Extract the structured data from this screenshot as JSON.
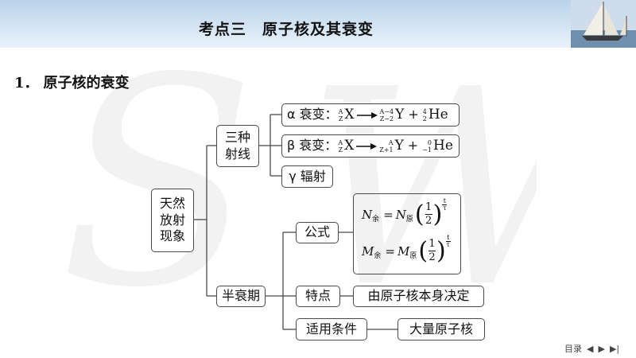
{
  "header": {
    "title": "考点三　原子核及其衰变"
  },
  "section": {
    "number": "1．",
    "title": "原子核的衰变"
  },
  "diagram": {
    "root": "天然放射现象",
    "root_lines": [
      "天然",
      "放射",
      "现象"
    ],
    "rays": {
      "label": "三种射线",
      "label_lines": [
        "三种",
        "射线"
      ]
    },
    "alpha": {
      "prefix": "α 衰变：",
      "parent": {
        "A": "A",
        "Z": "Z",
        "sym": "X"
      },
      "daughter": {
        "A": "A−4",
        "Z": "Z−2",
        "sym": "Y"
      },
      "plus": "+",
      "particle": {
        "A": "4",
        "Z": "2",
        "sym": "He"
      }
    },
    "beta": {
      "prefix": "β 衰变：",
      "parent": {
        "A": "A",
        "Z": "Z",
        "sym": "X"
      },
      "daughter": {
        "A": "A",
        "Z": "Z+1",
        "sym": "Y"
      },
      "plus": "+",
      "particle": {
        "A": "0",
        "Z": "−1",
        "sym": "He"
      }
    },
    "gamma": "γ 辐射",
    "half_life": {
      "label": "半衰期"
    },
    "formula_label": "公式",
    "formula1": {
      "lhs": "N",
      "lhs_sub": "余",
      "rhs": "N",
      "rhs_sub": "原",
      "num": "1",
      "den": "2",
      "exp_num": "t",
      "exp_den": "τ",
      "eq": "="
    },
    "formula2": {
      "lhs": "M",
      "lhs_sub": "余",
      "rhs": "M",
      "rhs_sub": "原",
      "num": "1",
      "den": "2",
      "exp_num": "t",
      "exp_den": "τ",
      "eq": "="
    },
    "feature_label": "特点",
    "feature_value": "由原子核本身决定",
    "applicable_label": "适用条件",
    "applicable_value": "大量原子核"
  },
  "nav": {
    "toc": "目录",
    "prev": "◀",
    "next": "▶",
    "last": "▶|"
  },
  "colors": {
    "header_bg": "#c7dcef",
    "line": "#4a4a4a"
  }
}
